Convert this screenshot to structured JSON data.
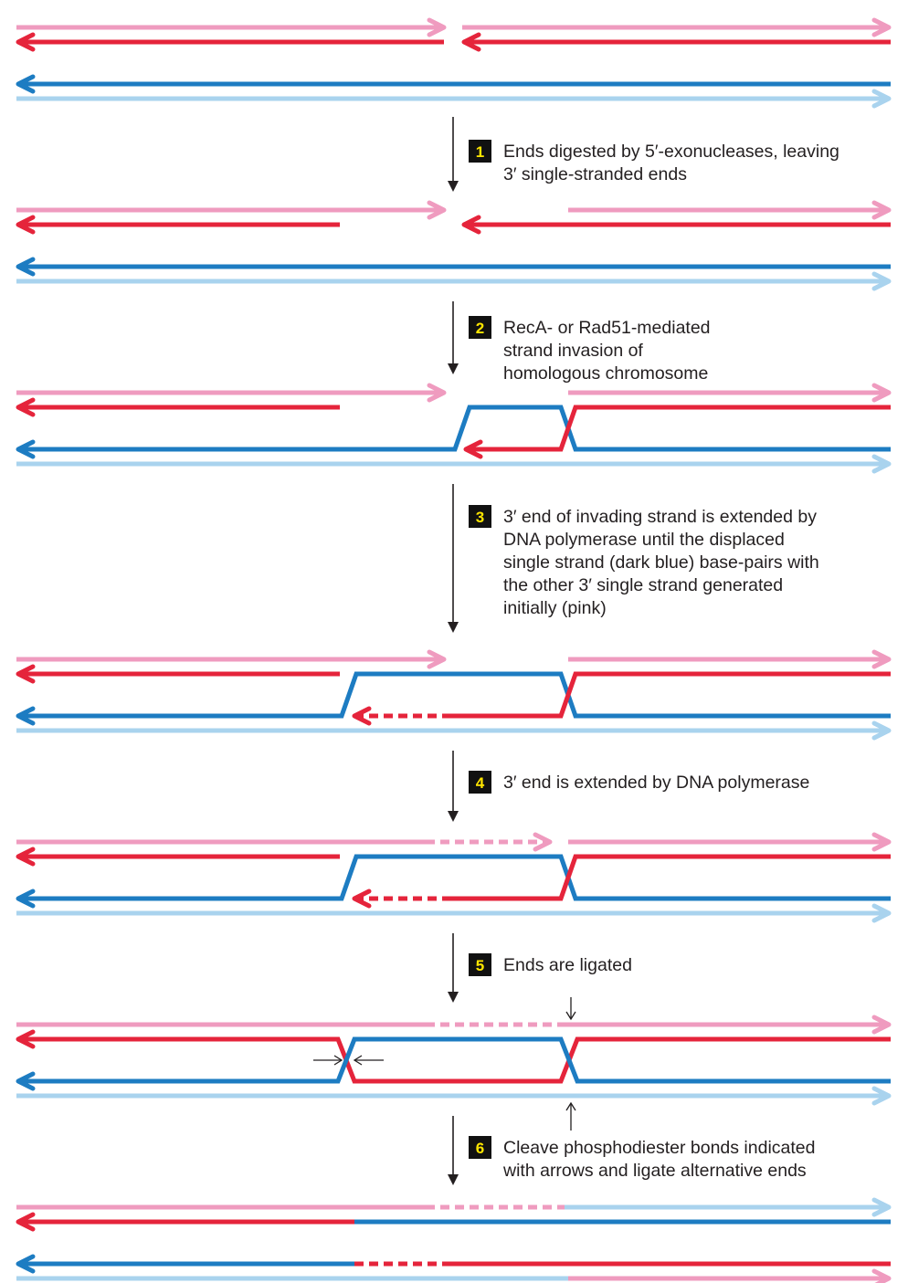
{
  "colors": {
    "pink": "#ef9bbf",
    "red": "#e5243b",
    "dark_blue": "#1d7cc2",
    "light_blue": "#a9d3ee",
    "text": "#231f20",
    "badge_bg": "#111111",
    "badge_number": "#ffe600"
  },
  "steps": [
    {
      "number": "1",
      "lines": [
        "Ends digested by 5′-exonucleases, leaving",
        "3′ single-stranded ends"
      ]
    },
    {
      "number": "2",
      "lines": [
        "RecA- or Rad51-mediated",
        "strand invasion of",
        "homologous chromosome"
      ]
    },
    {
      "number": "3",
      "lines": [
        "3′ end of invading strand is extended by",
        "DNA polymerase until the displaced",
        "single strand (dark blue) base-pairs with",
        "the other 3′ single strand generated",
        "initially (pink)"
      ]
    },
    {
      "number": "4",
      "lines": [
        "3′ end is extended by DNA polymerase"
      ]
    },
    {
      "number": "5",
      "lines": [
        "Ends are ligated"
      ]
    },
    {
      "number": "6",
      "lines": [
        "Cleave phosphodiester bonds indicated",
        "with arrows and ligate alternative ends"
      ]
    }
  ]
}
